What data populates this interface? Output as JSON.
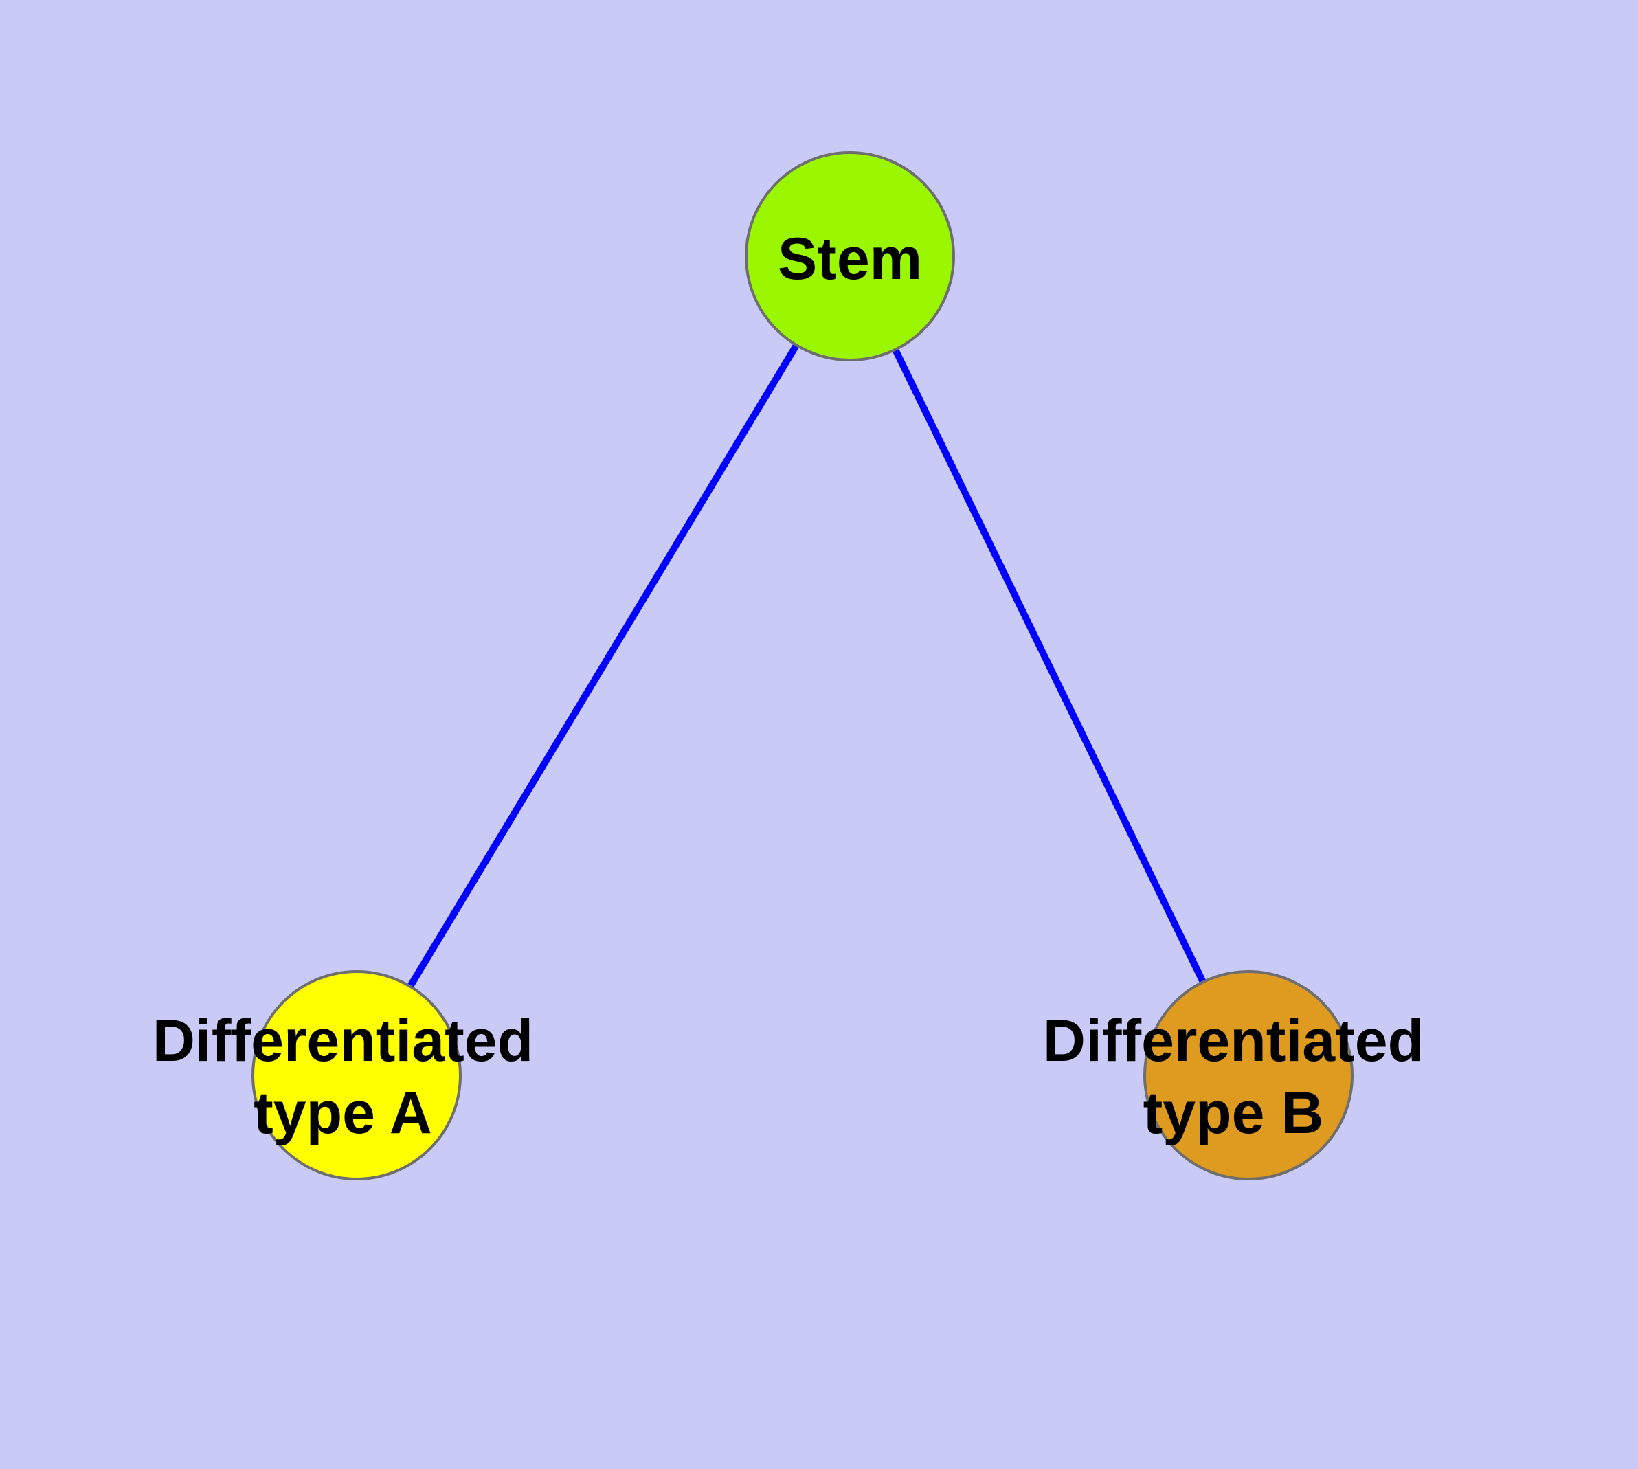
{
  "diagram": {
    "type": "graph",
    "background_color": "#CACAF7",
    "node_border_color": "#6E6E6E",
    "label_color": "#000000",
    "edge_color": "#0000FF",
    "nodes": [
      {
        "id": "stem",
        "label": "Stem",
        "color": "#9AF700",
        "shape": "circle"
      },
      {
        "id": "differentiated-type-a",
        "label": "Differentiated type A",
        "label_line1": "Differentiated",
        "label_line2": "type A",
        "color": "#FFFF00",
        "shape": "circle"
      },
      {
        "id": "differentiated-type-b",
        "label": "Differentiated type B",
        "label_line1": "Differentiated",
        "label_line2": "type B",
        "color": "#DF9A20",
        "shape": "circle"
      }
    ],
    "edges": [
      {
        "from": "stem",
        "to": "differentiated-type-a",
        "color": "#0000FF"
      },
      {
        "from": "stem",
        "to": "differentiated-type-b",
        "color": "#0000FF"
      }
    ]
  }
}
